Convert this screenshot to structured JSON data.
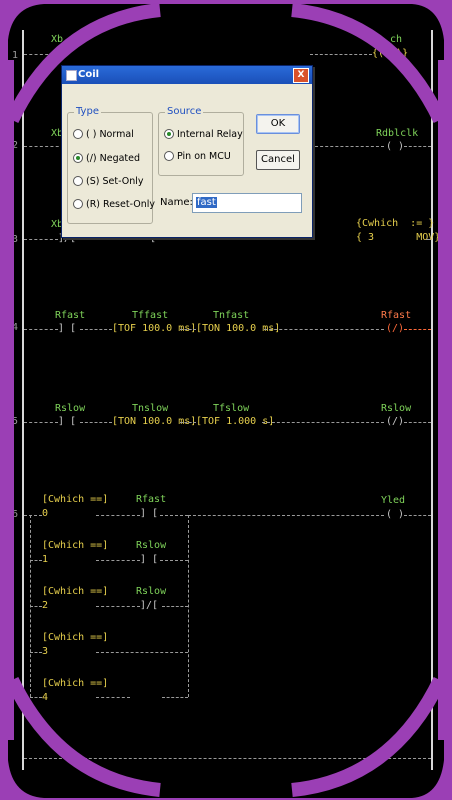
{
  "dialog": {
    "title": "Coil",
    "close_glyph": "X",
    "type_group": {
      "label": "Type",
      "options": [
        "( ) Normal",
        "(/) Negated",
        "(S) Set-Only",
        "(R) Reset-Only"
      ],
      "selected_index": 1
    },
    "source_group": {
      "label": "Source",
      "options": [
        "Internal Relay",
        "Pin on MCU"
      ],
      "selected_index": 0
    },
    "ok_label": "OK",
    "cancel_label": "Cancel",
    "name_label": "Name:",
    "name_value": "fast"
  },
  "rungs": [
    {
      "num": "1",
      "left": "Xb",
      "right": "ch",
      "right_sub": "{(  )}"
    },
    {
      "num": "2",
      "left": "Xb",
      "right": "Rdblclk",
      "right_sub": "( )"
    },
    {
      "num": "3",
      "left": "Xb",
      "mid": "]/[",
      "mid2": "[",
      "coil_top": "{Cwhich  := }",
      "coil_bot": "{ 3       MOV}"
    },
    {
      "num": "4",
      "c1": "Rfast",
      "c1_sym": "] [",
      "t1": "Tffast",
      "t1_box": "[TOF 100.0 ms]",
      "t2": "Tnfast",
      "t2_box": "[TON 100.0 ms]",
      "coil": "Rfast",
      "coil_sym": "(/)"
    },
    {
      "num": "5",
      "c1": "Rslow",
      "c1_sym": "] [",
      "t1": "Tnslow",
      "t1_box": "[TON 100.0 ms]",
      "t2": "Tfslow",
      "t2_box": "[TOF 1.000 s]",
      "coil": "Rslow",
      "coil_sym": "(/)"
    },
    {
      "num": "6",
      "coil": "Yled",
      "coil_sym": "( )",
      "branches": [
        {
          "cmp_top": "[Cwhich ==]",
          "cmp_val": "0",
          "contact": "Rfast",
          "sym": "] ["
        },
        {
          "cmp_top": "[Cwhich ==]",
          "cmp_val": "1",
          "contact": "Rslow",
          "sym": "] ["
        },
        {
          "cmp_top": "[Cwhich ==]",
          "cmp_val": "2",
          "contact": "Rslow",
          "sym": "]/["
        },
        {
          "cmp_top": "[Cwhich ==]",
          "cmp_val": "3",
          "contact": "",
          "sym": ""
        },
        {
          "cmp_top": "[Cwhich ==]",
          "cmp_val": "4",
          "contact": "",
          "sym": ""
        }
      ]
    }
  ],
  "colors": {
    "frame": "#9b3fb5",
    "contact": "#7fd35a",
    "timer": "#e7d04d",
    "active_coil": "#ff7a4a"
  }
}
